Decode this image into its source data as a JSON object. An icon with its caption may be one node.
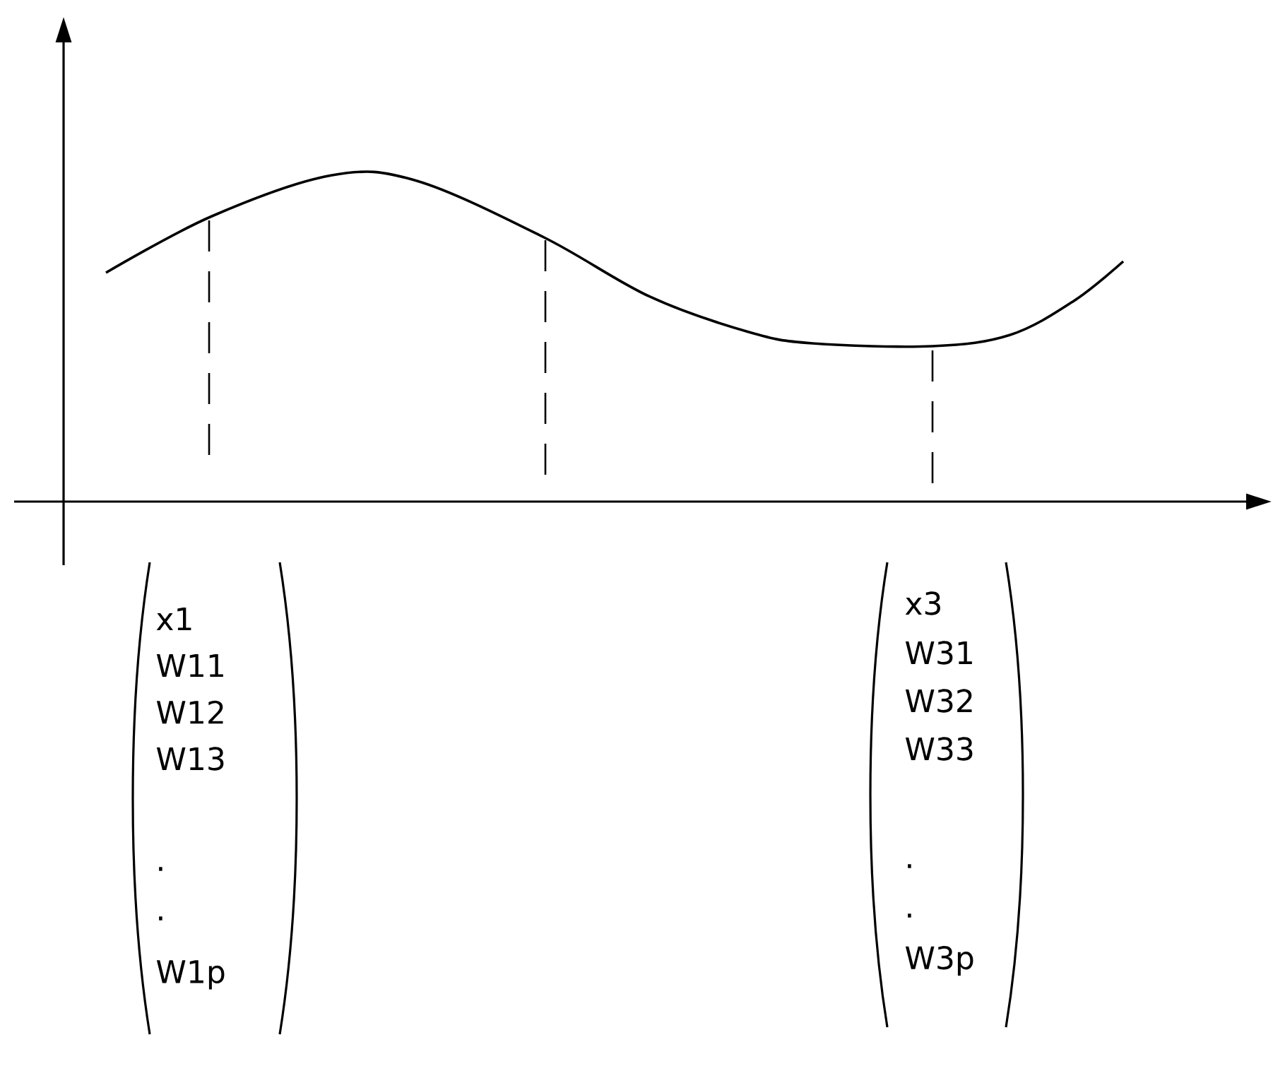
{
  "diagram": {
    "labels": [
      "x1",
      "W11",
      "W12",
      "W13",
      ".",
      ".",
      "W1p",
      "x3",
      "W31",
      "W32",
      "W33",
      ".",
      ".",
      "W3p"
    ]
  }
}
